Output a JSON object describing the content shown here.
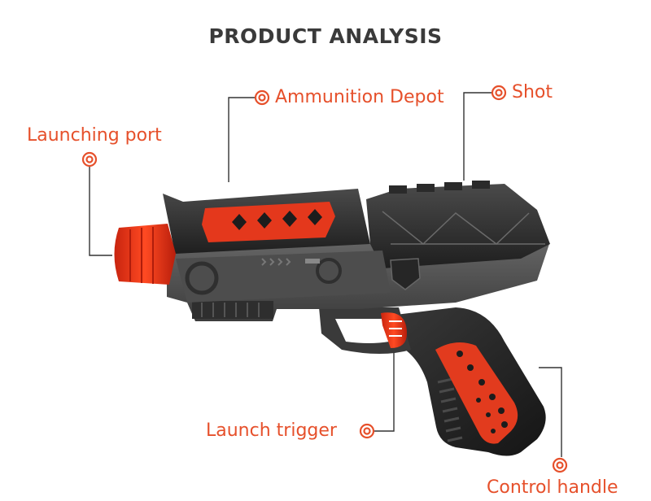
{
  "title": "PRODUCT ANALYSIS",
  "labels": {
    "ammunition_depot": "Ammunition Depot",
    "shot": "Shot",
    "launching_port": "Launching port",
    "launch_trigger": "Launch trigger",
    "control_handle": "Control handle"
  },
  "colors": {
    "accent": "#e6502b",
    "title": "#3a3a3a",
    "body_dark": "#2b2b2b",
    "body_grey": "#555555",
    "red_part": "#e8391d"
  },
  "icons": [
    "target-circle-icon"
  ]
}
